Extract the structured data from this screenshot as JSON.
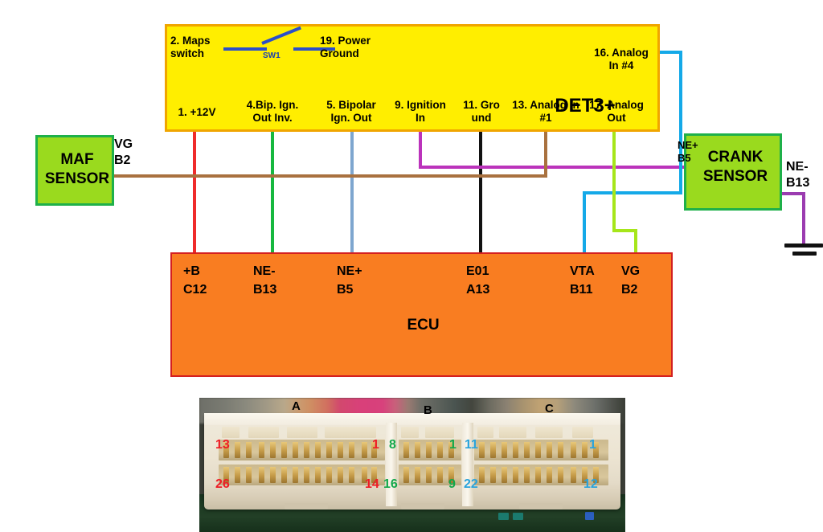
{
  "diagram": {
    "det3": {
      "title": "DET3+",
      "switch_label": "SW1",
      "pins": [
        {
          "id": "maps-switch",
          "label": "2. Maps\nswitch"
        },
        {
          "id": "power-ground",
          "label": "19. Power\nGround"
        },
        {
          "id": "plus12v",
          "label": "1. +12V"
        },
        {
          "id": "bip-ign-out-inv",
          "label": "4.Bip. Ign.\nOut Inv."
        },
        {
          "id": "bipolar-ign-out",
          "label": "5. Bipolar\nIgn. Out"
        },
        {
          "id": "ignition-in",
          "label": "9. Ignition\nIn"
        },
        {
          "id": "ground",
          "label": "11. Gro\nund"
        },
        {
          "id": "analog-in-1",
          "label": "13. Analog In\n#1"
        },
        {
          "id": "analog-out",
          "label": "17. Analog\nOut"
        },
        {
          "id": "analog-in-4",
          "label": "16. Analog\nIn #4"
        }
      ]
    },
    "maf_sensor": {
      "name": "MAF\nSENSOR",
      "terminal": "VG\nB2"
    },
    "crank_sensor": {
      "name": "CRANK\nSENSOR",
      "terminal_left": "NE+\nB5",
      "terminal_right": "NE-\nB13"
    },
    "ecu": {
      "title": "ECU",
      "pins": [
        {
          "id": "plus-b",
          "label": "+B\nC12"
        },
        {
          "id": "ne-minus",
          "label": "NE-\nB13"
        },
        {
          "id": "ne-plus",
          "label": "NE+\nB5"
        },
        {
          "id": "e01",
          "label": "E01\nA13"
        },
        {
          "id": "vta",
          "label": "VTA\nB11"
        },
        {
          "id": "vg",
          "label": "VG\nB2"
        }
      ]
    },
    "wire_colors": {
      "plus12v": "#ef2b2b",
      "ne_minus": "#16b83f",
      "ne_plus": "#7ea6cf",
      "ignition_in": "#bb33bb",
      "ground": "#111111",
      "analog_in_1": "#a9713f",
      "analog_out": "#a6e61a",
      "analog_in_4": "#14a9e8",
      "crank_ground": "#9b3cb0",
      "switch": "#2b4fc9"
    },
    "box_colors": {
      "det3_fill": "#ffee00",
      "det3_border": "#f0a500",
      "sensor_fill": "#9ada1e",
      "sensor_border": "#1eb04a",
      "ecu_fill": "#f97d21",
      "ecu_border": "#d42020"
    }
  },
  "photo": {
    "sections": [
      {
        "id": "a",
        "letter": "A"
      },
      {
        "id": "b",
        "letter": "B"
      },
      {
        "id": "c",
        "letter": "C"
      }
    ],
    "pin_numbers": [
      {
        "id": "a-13",
        "text": "13",
        "color": "#ee1c25"
      },
      {
        "id": "a-26",
        "text": "26",
        "color": "#ee1c25"
      },
      {
        "id": "a-1",
        "text": "1",
        "color": "#ee1c25"
      },
      {
        "id": "a-14",
        "text": "14",
        "color": "#ee1c25"
      },
      {
        "id": "b-8",
        "text": "8",
        "color": "#12a84a"
      },
      {
        "id": "b-16",
        "text": "16",
        "color": "#12a84a"
      },
      {
        "id": "b-1",
        "text": "1",
        "color": "#12a84a"
      },
      {
        "id": "b-9",
        "text": "9",
        "color": "#12a84a"
      },
      {
        "id": "c-11",
        "text": "11",
        "color": "#29a3dc"
      },
      {
        "id": "c-22",
        "text": "22",
        "color": "#29a3dc"
      },
      {
        "id": "c-1",
        "text": "1",
        "color": "#29a3dc"
      },
      {
        "id": "c-12",
        "text": "12",
        "color": "#29a3dc"
      }
    ]
  }
}
